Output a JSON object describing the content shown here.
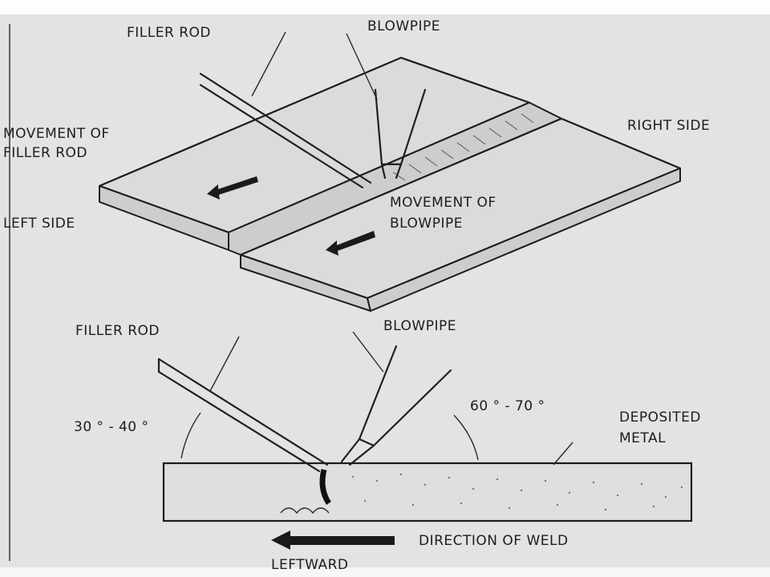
{
  "labels": {
    "filler_rod_top": "FILLER ROD",
    "blowpipe_top": "BLOWPIPE",
    "movement_filler_line1": "MOVEMENT OF",
    "movement_filler_line2": "FILLER ROD",
    "right_side": "RIGHT SIDE",
    "left_side": "LEFT SIDE",
    "movement_blowpipe_line1": "MOVEMENT OF",
    "movement_blowpipe_line2": "BLOWPIPE",
    "filler_rod_bottom": "FILLER ROD",
    "blowpipe_bottom": "BLOWPIPE",
    "angle_rod": "30 ° - 40 °",
    "angle_blowpipe": "60 ° - 70 °",
    "deposited_line1": "DEPOSITED",
    "deposited_line2": "METAL",
    "direction_of_weld": "DIRECTION OF WELD",
    "leftward": "LEFTWARD"
  }
}
